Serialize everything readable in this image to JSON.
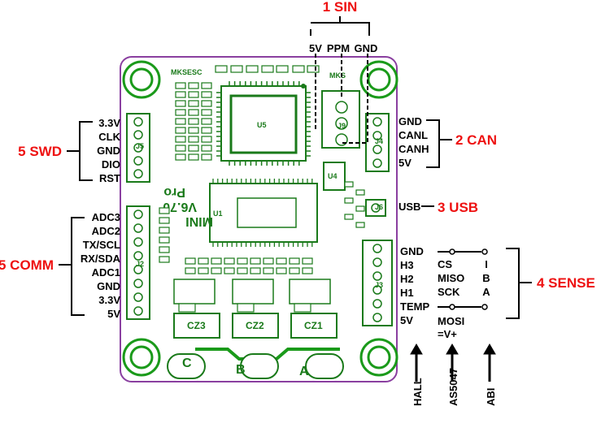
{
  "title": "MKSESC MINI V6.70 Pro pinout",
  "groups": {
    "sin": {
      "title": "1 SIN",
      "pins": [
        "5V",
        "PPM",
        "GND"
      ]
    },
    "can": {
      "title": "2 CAN",
      "pins": [
        "GND",
        "CANL",
        "CANH",
        "5V"
      ]
    },
    "usb": {
      "title": "3 USB",
      "pins": [
        "USB"
      ]
    },
    "sense": {
      "title": "4 SENSE",
      "hall": [
        "GND",
        "H3",
        "H2",
        "H1",
        "TEMP",
        "5V"
      ],
      "as5047": [
        "CS",
        "MISO",
        "SCK",
        "MOSI",
        "=V+"
      ],
      "abi": [
        "I",
        "B",
        "A"
      ],
      "bottom": [
        "HALL",
        "AS5047",
        "ABI"
      ]
    },
    "swd": {
      "title": "5 SWD",
      "pins": [
        "3.3V",
        "CLK",
        "GND",
        "DIO",
        "RST"
      ]
    },
    "comm": {
      "title": "5 COMM",
      "pins": [
        "ADC3",
        "ADC2",
        "TX/SCL",
        "RX/SDA",
        "ADC1",
        "GND",
        "3.3V",
        "5V"
      ]
    }
  },
  "board": {
    "brand": "MKSESC",
    "brand2": "MKS",
    "model": "MINI",
    "version": "V6.70",
    "edition": "Pro",
    "phases": [
      "C",
      "B",
      "A"
    ],
    "caps": [
      "CZ3",
      "CZ2",
      "CZ1"
    ],
    "chips": {
      "mcu": "U5",
      "driver": "U1",
      "reg": "U4"
    },
    "headers": {
      "swd": "J5",
      "comm": "J2",
      "can": "J4",
      "usb": "J6",
      "sense": "J3",
      "sin": "J9"
    }
  },
  "colors": {
    "board": "#23a623",
    "silk_green": "#1a7a1a",
    "red": "#e11111",
    "pad": "#ffffff"
  }
}
